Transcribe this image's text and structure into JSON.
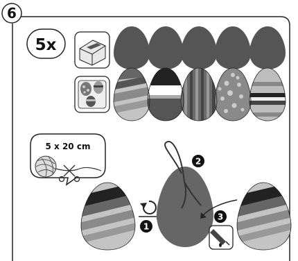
{
  "step": {
    "number": "6"
  },
  "quantity": {
    "label": "5x"
  },
  "string": {
    "label": "5 x 20 cm"
  },
  "markers": [
    "1",
    "2",
    "3"
  ],
  "colors": {
    "frame": "#222222",
    "egg_dark": "#555555",
    "egg_mid": "#8a8a8a",
    "egg_light": "#c4c4c4",
    "panel": "#e6e6e6"
  },
  "icons": [
    "paint-sponge-icon",
    "sticker-sheet-icon",
    "yarn-ball-icon",
    "scissors-icon",
    "rotate-icon",
    "glue-bottle-icon"
  ]
}
